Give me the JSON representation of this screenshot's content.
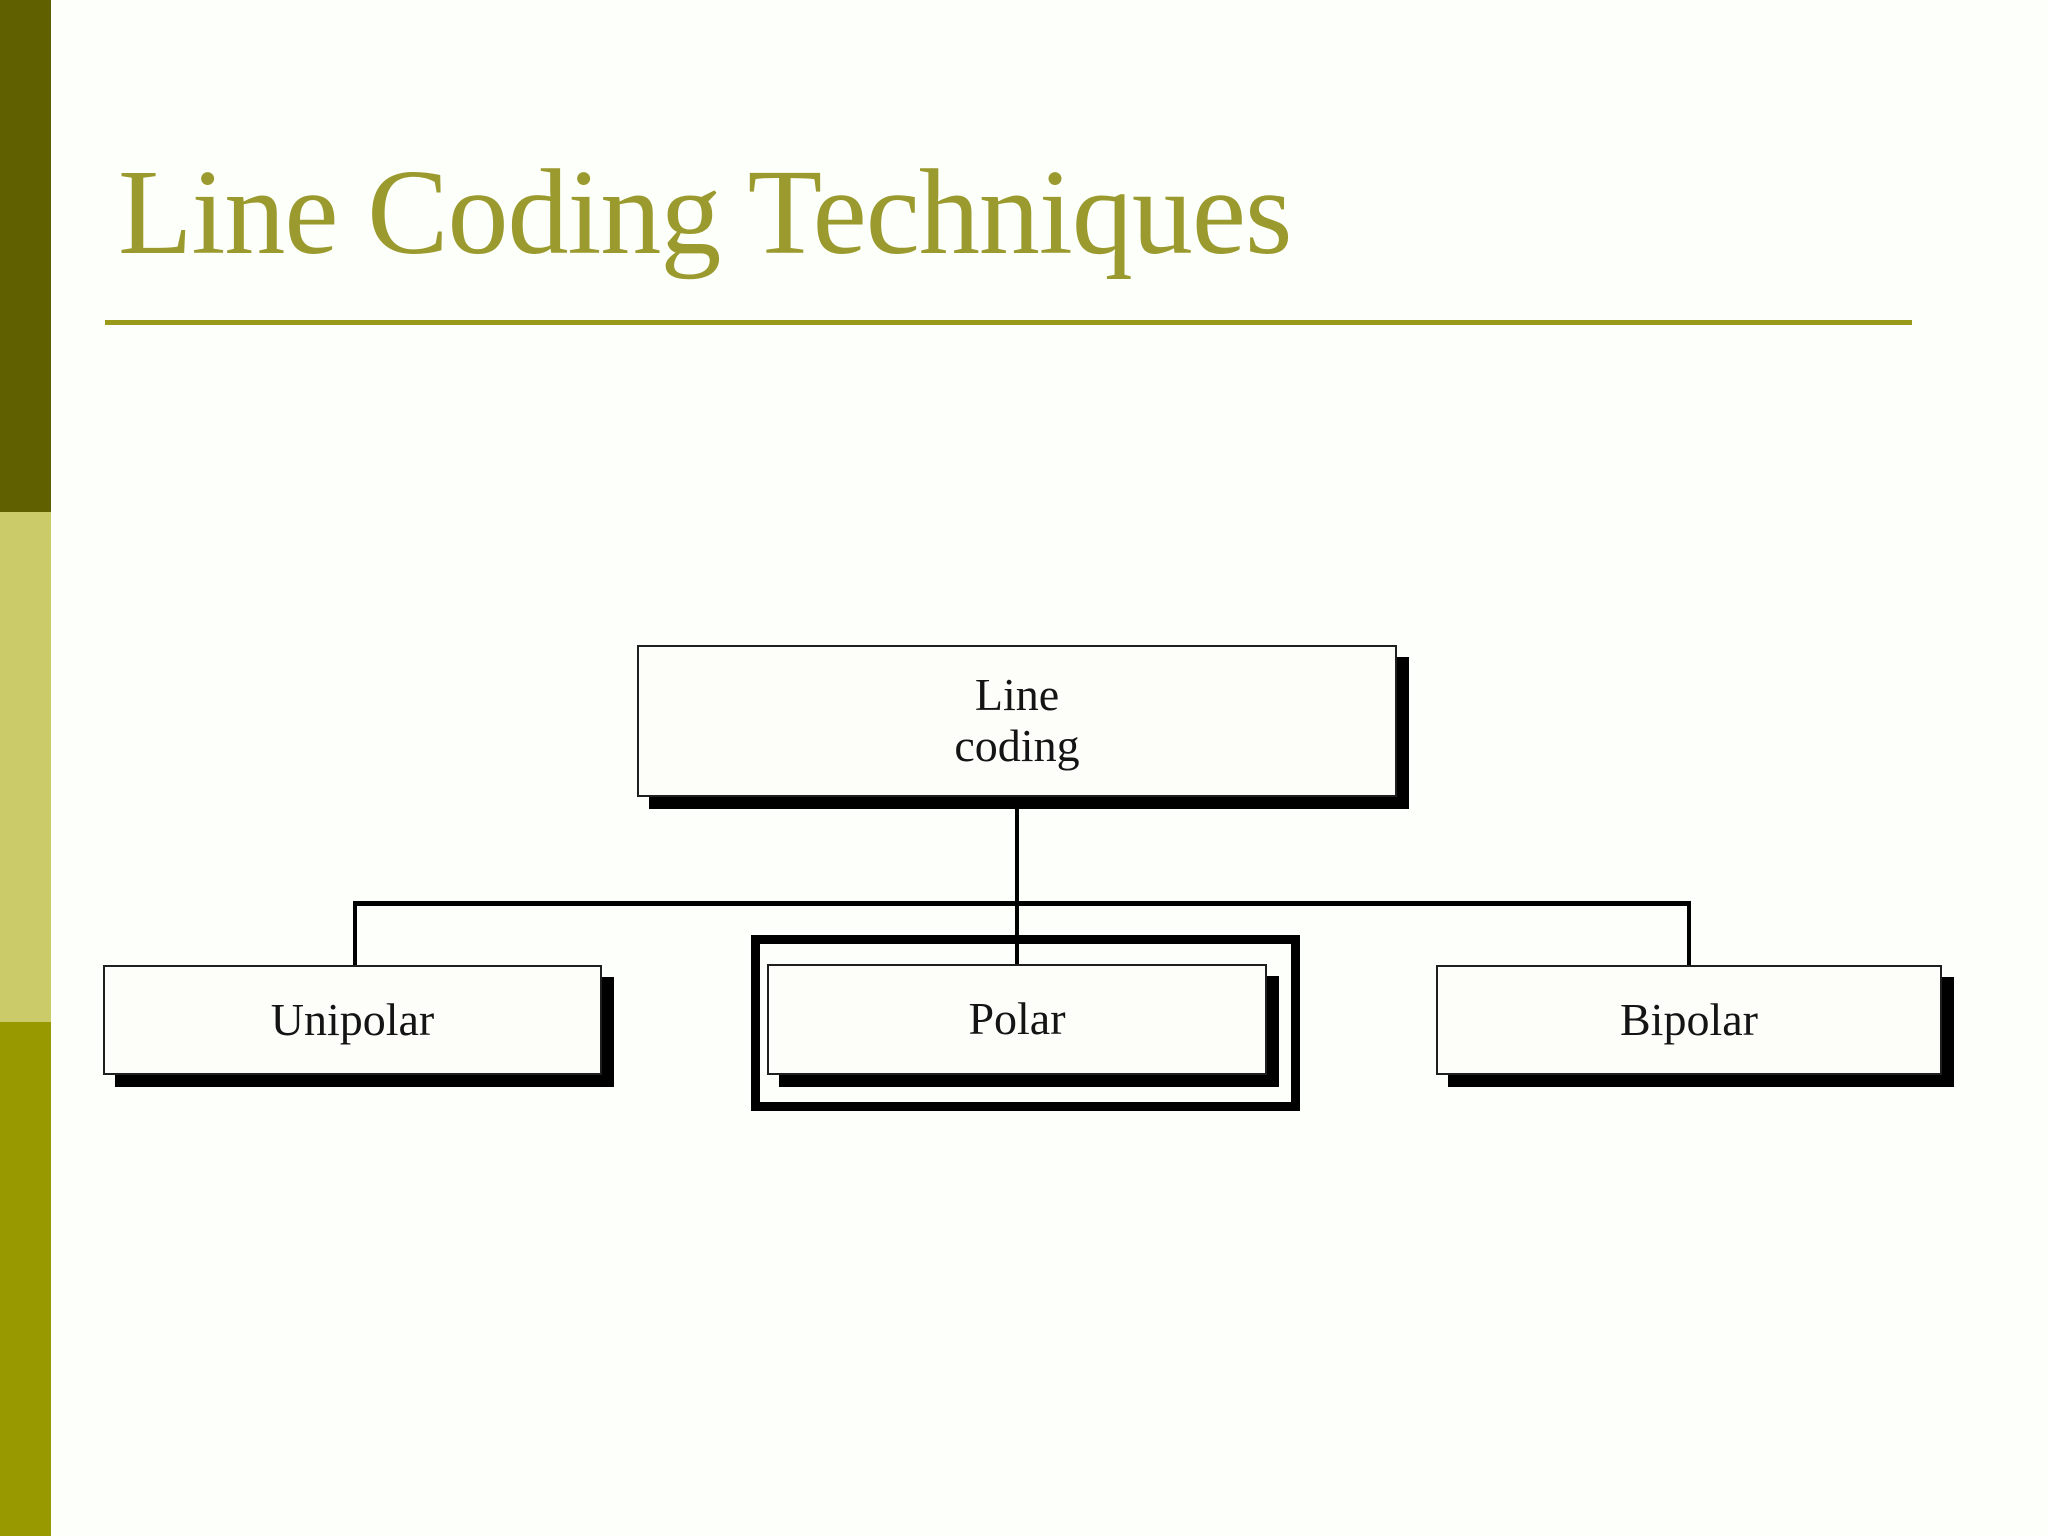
{
  "slide": {
    "title": "Line Coding Techniques"
  },
  "diagram": {
    "root": {
      "lines": [
        "Line",
        "coding"
      ]
    },
    "children": [
      {
        "label": "Unipolar",
        "highlighted": false
      },
      {
        "label": "Polar",
        "highlighted": true
      },
      {
        "label": "Bipolar",
        "highlighted": false
      }
    ]
  },
  "colors": {
    "background": "#fdfffa",
    "sidebar_band_top": "#606000",
    "sidebar_band_middle": "#cbcb69",
    "sidebar_band_bottom": "#989800",
    "title_text": "#9a9a2e",
    "title_rule": "#99991a",
    "node_fill": "#fdfdfa",
    "node_border": "#1f1f1f",
    "node_shadow": "#000000",
    "connector": "#000000",
    "highlight_frame": "#000000"
  }
}
